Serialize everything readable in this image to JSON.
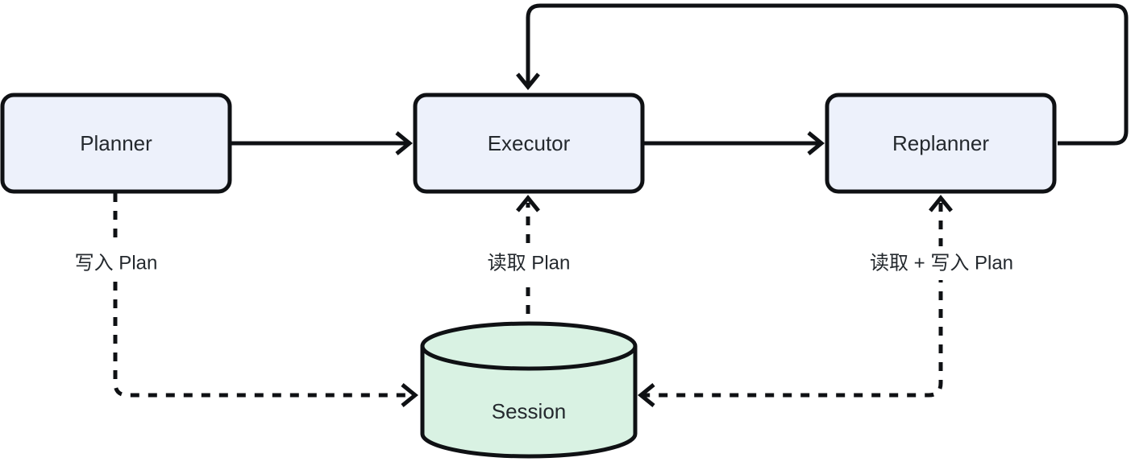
{
  "diagram": {
    "title": "Planner / Executor / Replanner with Session store",
    "background_color": "#ffffff",
    "stroke_color": "#0f1114",
    "text_color": "#24292e",
    "node_fill": "#edf1fb",
    "store_fill": "#d9f2e3",
    "nodes": [
      {
        "id": "planner",
        "label": "Planner",
        "shape": "rounded-rect"
      },
      {
        "id": "executor",
        "label": "Executor",
        "shape": "rounded-rect"
      },
      {
        "id": "replanner",
        "label": "Replanner",
        "shape": "rounded-rect"
      },
      {
        "id": "session",
        "label": "Session",
        "shape": "cylinder"
      }
    ],
    "edges": [
      {
        "id": "planner-to-executor",
        "from": "planner",
        "to": "executor",
        "style": "solid",
        "label": ""
      },
      {
        "id": "executor-to-replanner",
        "from": "executor",
        "to": "replanner",
        "style": "solid",
        "label": ""
      },
      {
        "id": "replanner-to-executor",
        "from": "replanner",
        "to": "executor",
        "style": "solid",
        "label": ""
      },
      {
        "id": "planner-to-session",
        "from": "planner",
        "to": "session",
        "style": "dashed",
        "label": "写入 Plan"
      },
      {
        "id": "session-to-executor",
        "from": "session",
        "to": "executor",
        "style": "dashed",
        "label": "读取 Plan"
      },
      {
        "id": "session-to-replanner",
        "from": "session",
        "to": "replanner",
        "style": "dashed",
        "label": "读取 + 写入 Plan"
      }
    ],
    "labels": {
      "write_plan": "写入 Plan",
      "read_plan": "读取 Plan",
      "read_write_plan": "读取 + 写入 Plan"
    }
  }
}
